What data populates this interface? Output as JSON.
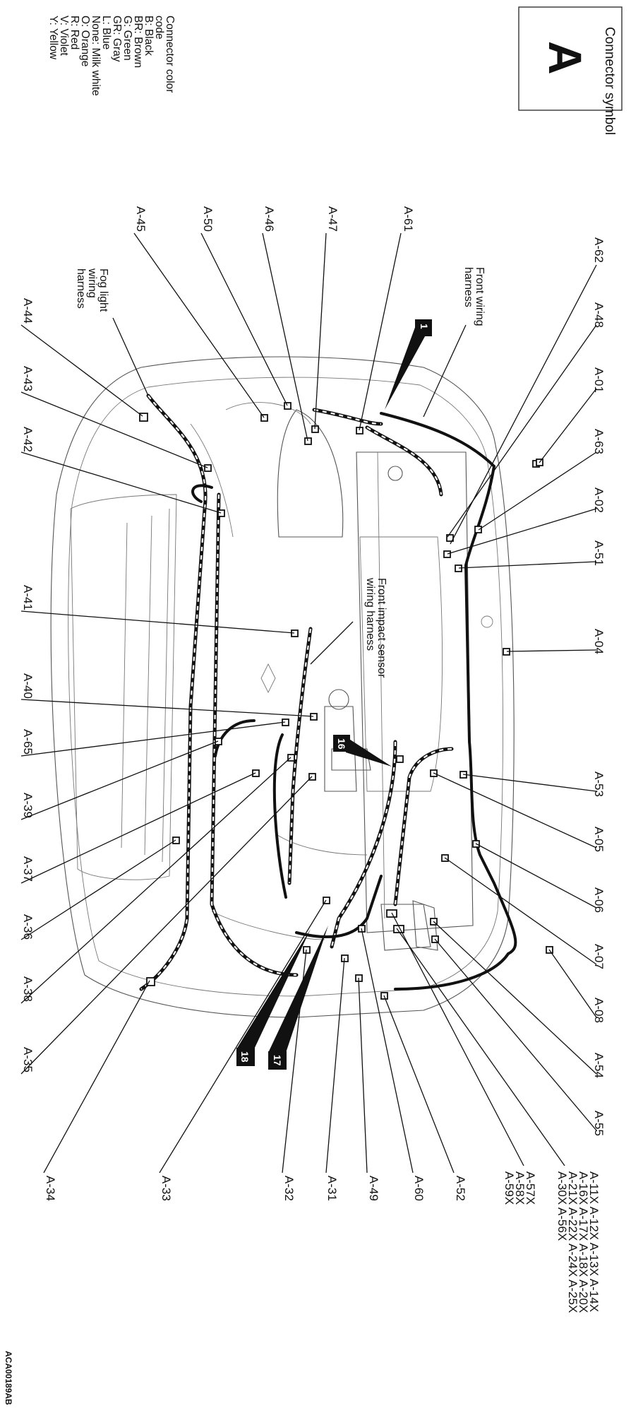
{
  "symbol": {
    "title": "Connector symbol",
    "letter": "A"
  },
  "legend": {
    "lines": [
      "Connector color",
      "code",
      "B: Black",
      "BR: Brown",
      "G: Green",
      "GR: Gray",
      "L: Blue",
      "None: Milk white",
      "O: Orange",
      "R: Red",
      "V: Violet",
      "Y: Yellow"
    ]
  },
  "harness_labels": {
    "front_wiring": [
      "Front wiring",
      "harness"
    ],
    "fog_light": [
      "Fog light",
      "wiring",
      "harness"
    ],
    "front_impact": [
      "Front impact sensor",
      "wiring harness"
    ]
  },
  "callouts": {
    "c1": "1",
    "c16": "16",
    "c17": "17",
    "c18": "18"
  },
  "connectors_top": [
    "A-62",
    "A-48",
    "A-01",
    "A-63",
    "A-02",
    "A-51",
    "A-04",
    "A-53",
    "A-05",
    "A-06",
    "A-07",
    "A-08",
    "A-54",
    "A-55"
  ],
  "connectors_bottom_group": {
    "line1": "A-11X A-12X A-13X A-14X",
    "line2": "A-16X A-17X A-18X A-20X",
    "line3": "A-21X A-22X A-24X A-25X",
    "line4": "A-30X A-56X"
  },
  "connectors_bottom_group2": [
    "A-57X",
    "A-58X",
    "A-59X"
  ],
  "connectors_bottom": [
    "A-52",
    "A-60",
    "A-49",
    "A-31",
    "A-32",
    "A-33",
    "A-34"
  ],
  "connectors_right": [
    "A-61",
    "A-47",
    "A-46",
    "A-50",
    "A-45"
  ],
  "connectors_left": [
    "A-44",
    "A-43",
    "A-42",
    "A-41",
    "A-40",
    "A-65",
    "A-39",
    "A-37",
    "A-36",
    "A-38",
    "A-35"
  ],
  "doc_id": "ACA00189AB"
}
